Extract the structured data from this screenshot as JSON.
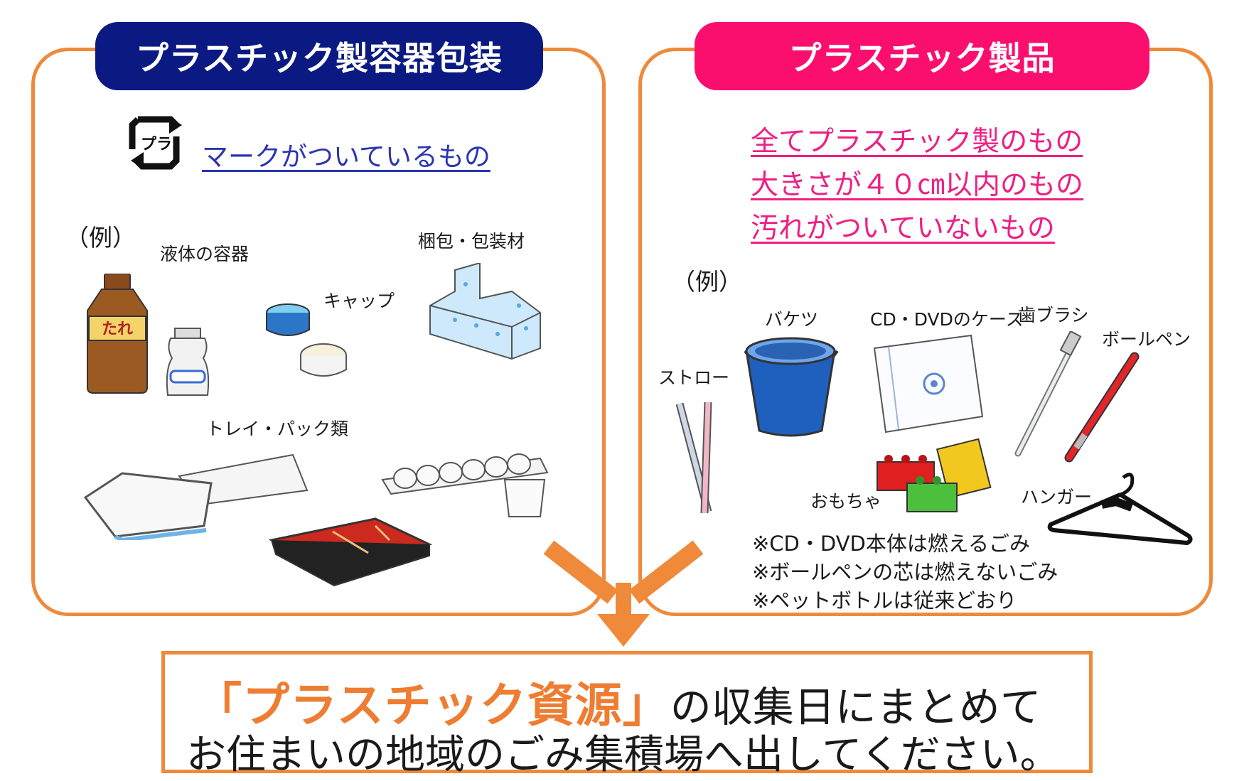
{
  "left_panel": {
    "header": "プラスチック製容器包装",
    "mark_symbol": "プラ",
    "mark_text": "マークがついているもの",
    "example_label": "（例）",
    "items": {
      "liquid": "液体の容器",
      "cap": "キャップ",
      "packing": "梱包・包装材",
      "tray": "トレイ・パック類",
      "bottle_label": "たれ"
    }
  },
  "right_panel": {
    "header": "プラスチック製品",
    "conditions": [
      "全てプラスチック製のもの",
      "大きさが４０㎝以内のもの",
      "汚れがついていないもの"
    ],
    "example_label": "（例）",
    "items": {
      "bucket": "バケツ",
      "cd_case": "CD・DVDのケース",
      "toothbrush": "歯ブラシ",
      "ballpen": "ボールペン",
      "straw": "ストロー",
      "toy": "おもちゃ",
      "hanger": "ハンガー"
    },
    "notes": [
      "※CD・DVD本体は燃えるごみ",
      "※ボールペンの芯は燃えないごみ",
      "※ペットボトルは従来どおり"
    ]
  },
  "message": {
    "highlight": "「プラスチック資源」",
    "line1_rest": "の収集日にまとめて",
    "line2": "お住まいの地域のごみ集積場へ出してください。"
  },
  "colors": {
    "orange": "#ee8a3a",
    "navy": "#0b1a82",
    "pink": "#fb0f6e",
    "link_blue": "#2a35b0",
    "cond_pink": "#ee1f83"
  },
  "icons": [
    "recycle-pura-icon",
    "arrow-down-icon"
  ]
}
